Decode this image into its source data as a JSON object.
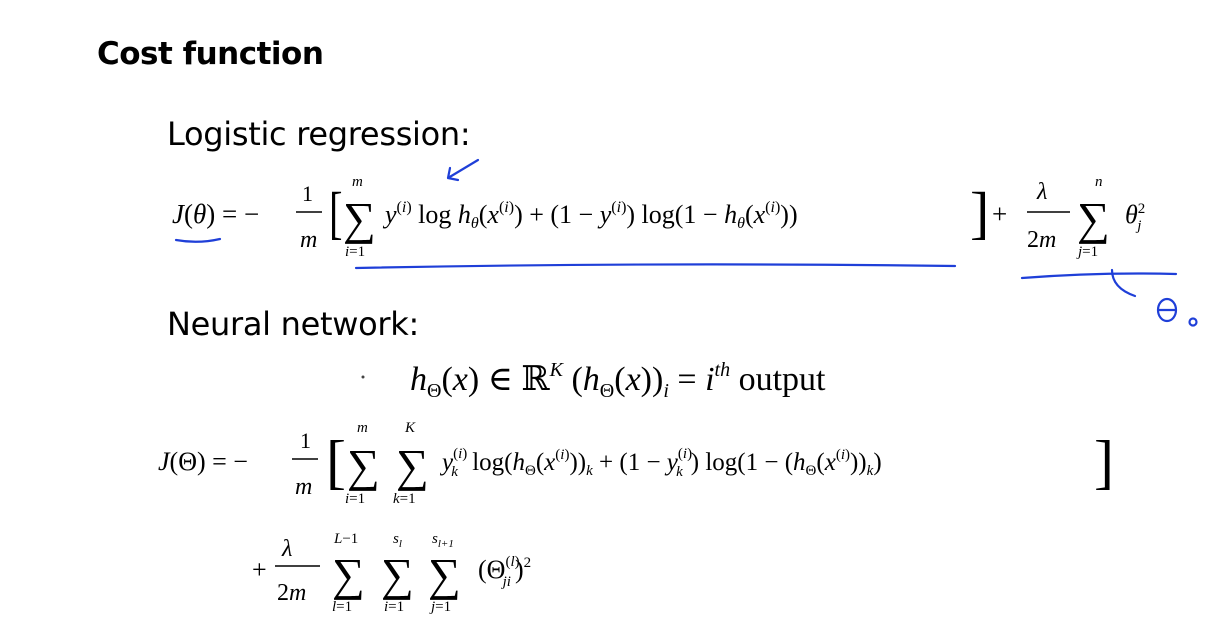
{
  "slide": {
    "title": "Cost function",
    "logistic": {
      "heading": "Logistic regression:",
      "formula": "J(θ) = −(1/m) [ Σ_{i=1}^{m} y^{(i)} log h_θ(x^{(i)}) + (1 − y^{(i)}) log(1 − h_θ(x^{(i)})) ] + (λ/2m) Σ_{j=1}^{n} θ_j^2"
    },
    "neural": {
      "heading": "Neural network:",
      "hypothesis": "h_Θ(x) ∈ ℝ^K   (h_Θ(x))_i = i^{th} output",
      "cost_line1": "J(Θ) = −(1/m) [ Σ_{i=1}^{m} Σ_{k=1}^{K} y_k^{(i)} log(h_Θ(x^{(i)}))_k + (1 − y_k^{(i)}) log(1 − (h_Θ(x^{(i)}))_k) ]",
      "cost_line2": "+ (λ/2m) Σ_{l=1}^{L−1} Σ_{i=1}^{s_l} Σ_{j=1}^{s_{l+1}} (Θ_{ji}^{(l)})^2"
    },
    "annotations": {
      "ink_color": "#1f3fd8",
      "handwritten_note": "θ₀"
    }
  }
}
